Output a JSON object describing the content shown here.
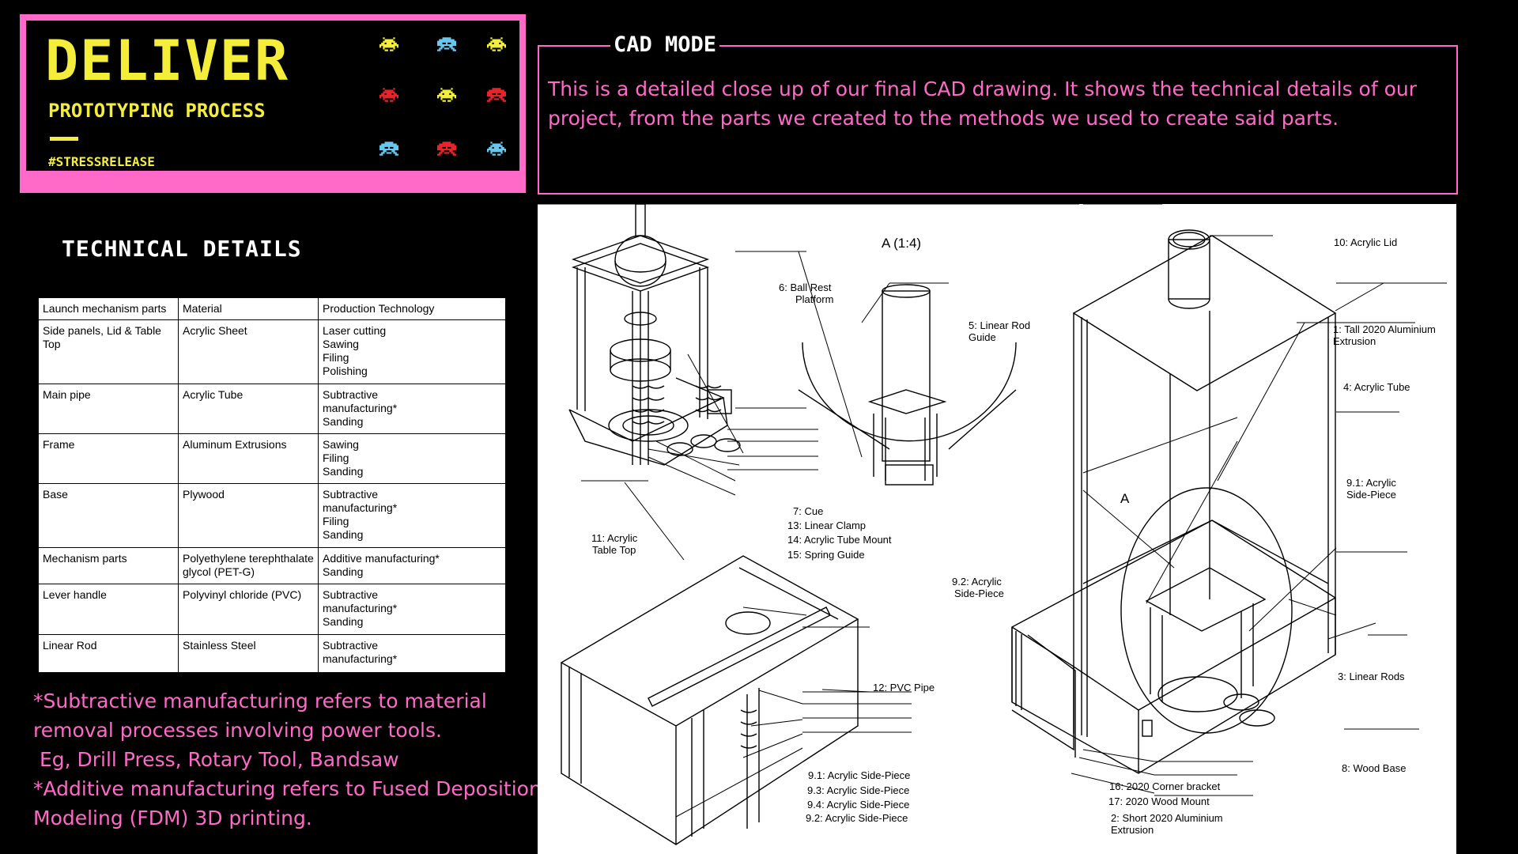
{
  "header": {
    "title": "DELIVER",
    "subtitle": "PROTOTYPING PROCESS",
    "hashtag": "#STRESSRELEASE",
    "invader_colors": [
      "#f4ee3a",
      "#66c8ee",
      "#f4ee3a",
      "#e8242a",
      "#f4ee3a",
      "#e8242a",
      "#66c8ee",
      "#e8242a",
      "#66c8ee"
    ]
  },
  "cad": {
    "title": "CAD MODE",
    "text": "This is a detailed close up of our final CAD drawing. It shows the technical details of our project, from the parts we created to the methods we used to create said parts."
  },
  "technical": {
    "title": "TECHNICAL DETAILS",
    "headers": [
      "Launch mechanism parts",
      "Material",
      "Production Technology"
    ],
    "rows": [
      {
        "part": "Side panels, Lid & Table Top",
        "material": "Acrylic Sheet",
        "technology": [
          "Laser cutting",
          "Sawing",
          "Filing",
          "Polishing"
        ]
      },
      {
        "part": "Main pipe",
        "material": "Acrylic Tube",
        "technology": [
          "Subtractive",
          "manufacturing*",
          "Sanding"
        ]
      },
      {
        "part": "Frame",
        "material": "Aluminum Extrusions",
        "technology": [
          "Sawing",
          "Filing",
          "Sanding"
        ]
      },
      {
        "part": "Base",
        "material": "Plywood",
        "technology": [
          "Subtractive",
          "manufacturing*",
          "Filing",
          "Sanding"
        ]
      },
      {
        "part": "Mechanism parts",
        "material": "Polyethylene terephthalate glycol (PET-G)",
        "technology": [
          "Additive manufacturing*",
          "Sanding"
        ]
      },
      {
        "part": "Lever handle",
        "material": "Polyvinyl chloride (PVC)",
        "technology": [
          "Subtractive",
          "manufacturing*",
          "Sanding"
        ]
      },
      {
        "part": "Linear Rod",
        "material": "Stainless Steel",
        "technology": [
          "Subtractive",
          "manufacturing*"
        ]
      }
    ]
  },
  "notes": [
    "*Subtractive manufacturing refers to material",
    "removal processes involving power tools.",
    " Eg, Drill Press, Rotary Tool, Bandsaw",
    "*Additive manufacturing refers to Fused Deposition",
    "Modeling (FDM) 3D printing."
  ],
  "drawing": {
    "detail_title": "A (1:4)",
    "detail_marker": "A",
    "labels": {
      "l6a": "6: Ball Rest",
      "l6b": "Platform",
      "l5a": "5: Linear Rod",
      "l5b": "Guide",
      "l7": "7: Cue",
      "l13": "13: Linear Clamp",
      "l14": "14: Acrylic Tube Mount",
      "l15": "15: Spring Guide",
      "l11a": "11: Acrylic",
      "l11b": "Table Top",
      "l12": "12: PVC Pipe",
      "l91s1": "9.1: Acrylic Side-Piece",
      "l93": "9.3: Acrylic Side-Piece",
      "l94": "9.4: Acrylic Side-Piece",
      "l92s": "9.2: Acrylic Side-Piece",
      "l10": "10: Acrylic Lid",
      "l1a": "1: Tall 2020 Aluminium",
      "l1b": "Extrusion",
      "l4": "4: Acrylic Tube",
      "l91a": "9.1: Acrylic",
      "l91b": "Side-Piece",
      "l92a": "9.2: Acrylic",
      "l92b": "Side-Piece",
      "l3": "3: Linear Rods",
      "l8": "8: Wood Base",
      "l16": "16: 2020 Corner bracket",
      "l17": "17: 2020 Wood Mount",
      "l2a": "2: Short 2020 Aluminium",
      "l2b": "Extrusion"
    }
  }
}
